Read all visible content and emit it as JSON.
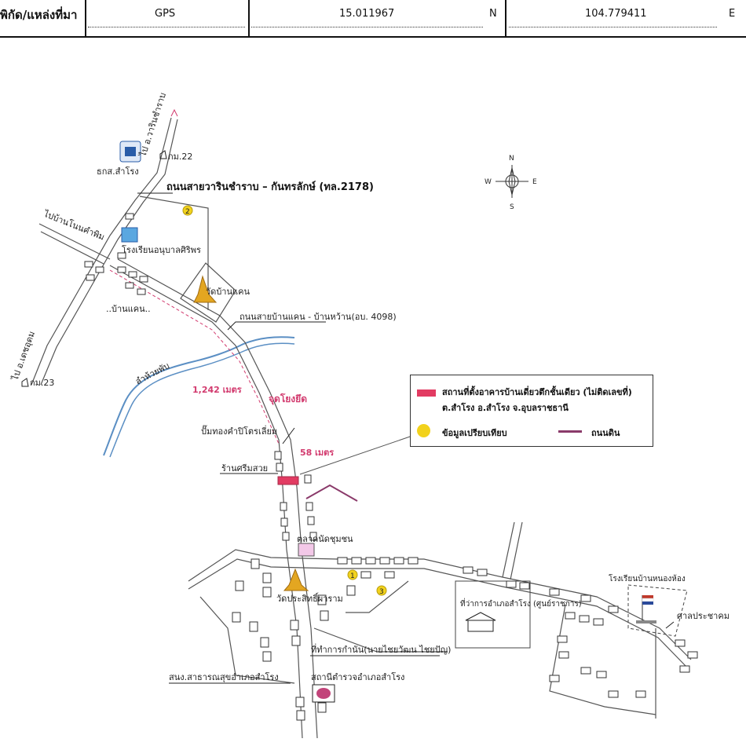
{
  "header": {
    "label": "พิกัด/แหล่งที่มา",
    "source": "GPS",
    "lat": "15.011967",
    "lat_dir": "N",
    "lon": "104.779411",
    "lon_dir": "E"
  },
  "compass": {
    "n": "N",
    "s": "S",
    "e": "E",
    "w": "W"
  },
  "labels": {
    "to_north": "ไป อ.วารินชำราบ",
    "km22": "กม.22",
    "baac": "ธกส.สำโรง",
    "main_road": "ถนนสายวารินชำราบ – กันทรลักษ์ (ทล.2178)",
    "to_west": "ไปบ้านโนนคำพิม",
    "school_hall": "โรงเรียนอนุบาลศิริพร",
    "temple_ban_khaen": "วัดบ้านแคน",
    "village_ban_khaen": "..บ้านแคน..",
    "road_ban_khaen": "ถนนสายบ้านแคน - บ้านหว้าน(อบ. 4098)",
    "to_sw": "ไป อ.เดชอุดม",
    "km23": "กม.23",
    "creek": "ลำห้วยพับ",
    "distance_1": "1,242 เมตร",
    "ref_point": "จุดโยงยึด",
    "gas_station": "ปั๊มทองคำปิโตรเลี่ยม",
    "distance_2": "58 เมตร",
    "shop": "ร้านศรีมสวย",
    "market": "ตลาดนัดชุมชน",
    "temple_prasit": "วัดประสิทธิ์ผาราม",
    "district_office": "ที่ว่าการอำเภอสำโรง (ศูนย์ราชการ)",
    "kamnan_office": "ที่ทำการกำนัน(นายไชยวัฒน ไชยปัญ)",
    "health_office": "สนง.สาธารณสุขอำเภอสำโรง",
    "police_station": "สถานีตำรวจอำเภอสำโรง",
    "school_right": "โรงเรียนบ้านหนองห้อง",
    "pavilion": "ศาลประชาคม",
    "marker_1": "1",
    "marker_2": "2",
    "marker_3": "3"
  },
  "legend": {
    "subject": "สถานที่ตั้งอาคารบ้านเดี่ยวตึกชั้นเดียว (ไม่ติดเลขที่)",
    "subject_address": "ต.สำโรง อ.สำโรง จ.อุบลราชธานี",
    "comparable": "ข้อมูลเปรียบเทียบ",
    "dirt_road": "ถนนดิน"
  },
  "colors": {
    "subject": "#e23b62",
    "comparable": "#f2d21c",
    "dirt_road": "#8a3a6a",
    "creek": "#5b8fc4"
  }
}
